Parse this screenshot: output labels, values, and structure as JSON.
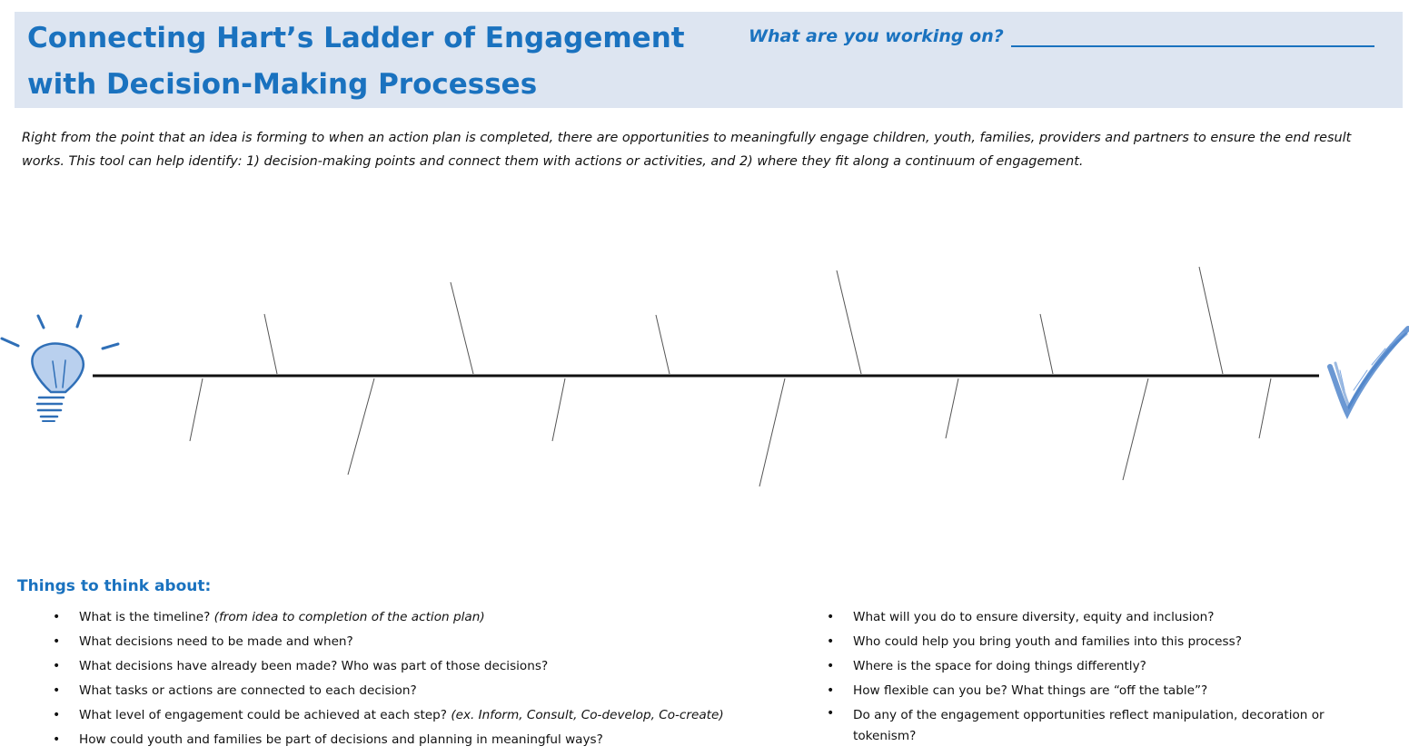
{
  "header": {
    "title_line1": "Connecting Hart’s Ladder of Engagement",
    "title_line2": "with Decision-Making Processes",
    "working_prompt": "What are you working on?"
  },
  "intro": "Right from the point that an idea is forming to when an action plan is completed, there are opportunities to meaningfully engage children, youth, families, providers and partners to ensure the end result works. This tool can help identify: 1) decision-making points and connect them with actions or activities, and 2) where they fit along a continuum of engagement.",
  "diagram": {
    "start_icon": "lightbulb-icon",
    "end_icon": "checkmark-icon"
  },
  "things": {
    "heading": "Things to think about:",
    "left": [
      {
        "text": "What is the timeline?",
        "note": "(from idea to completion of the action plan)"
      },
      {
        "text": "What decisions need to be made and when?",
        "note": ""
      },
      {
        "text": "What decisions have already been made? Who was part of those decisions?",
        "note": ""
      },
      {
        "text": "What tasks or actions are connected to each decision?",
        "note": ""
      },
      {
        "text": "What level of engagement could be achieved at each step?",
        "note": "(ex. Inform, Consult, Co-develop, Co-create)"
      },
      {
        "text": "How could youth and families be part of  decisions and planning in meaningful ways?",
        "note": ""
      }
    ],
    "right": [
      "What will you do to ensure diversity, equity and inclusion?",
      "Who could help you bring youth and families into this process?",
      "Where is the space for doing things differently?",
      "How flexible can you be? What things are “off the table”?",
      "Do any of the engagement opportunities reflect manipulation, decoration or tokenism?"
    ]
  }
}
